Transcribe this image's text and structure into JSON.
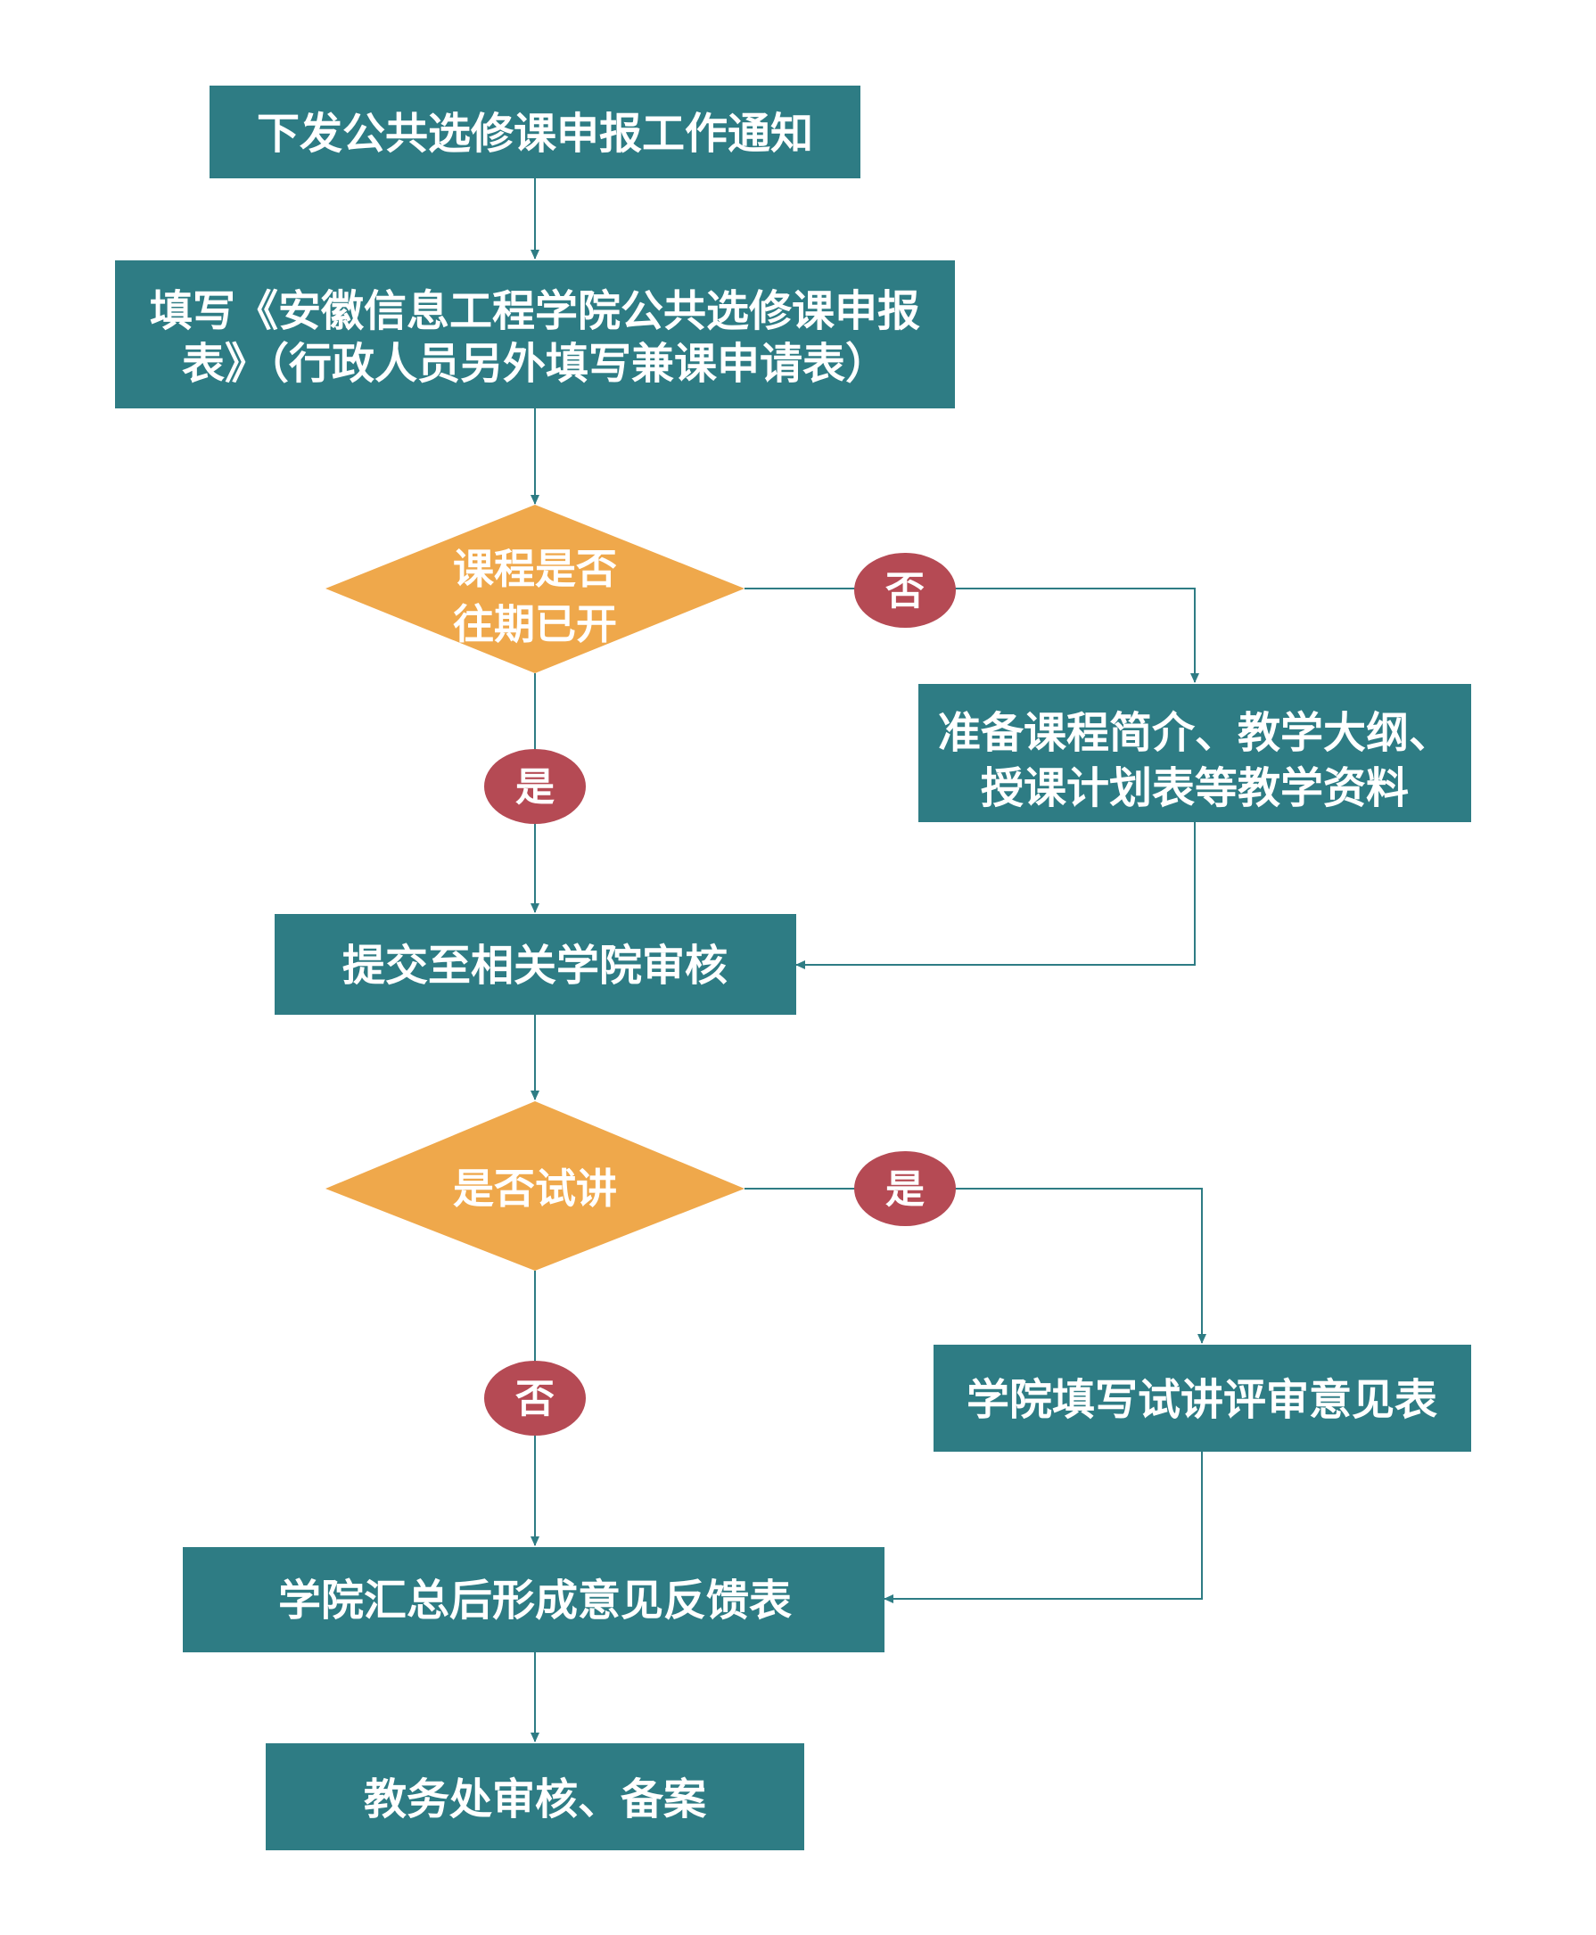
{
  "steps": {
    "notice": "下发公共选修课申报工作通知",
    "fill_form_line1": "填写《安徽信息工程学院公共选修课申报",
    "fill_form_line2": "表》（行政人员另外填写兼课申请表）",
    "prepare_materials_line1": "准备课程简介、教学大纲、",
    "prepare_materials_line2": "授课计划表等教学资料",
    "submit_review": "提交至相关学院审核",
    "trial_form": "学院填写试讲评审意见表",
    "feedback_form": "学院汇总后形成意见反馈表",
    "final_review": "教务处审核、备案"
  },
  "decisions": {
    "offered_before_line1": "课程是否",
    "offered_before_line2": "往期已开",
    "trial_lecture": "是否试讲"
  },
  "branches": {
    "yes": "是",
    "no": "否"
  },
  "colors": {
    "box": "#2e7c84",
    "diamond": "#efa84b",
    "badge": "#b54a54",
    "connector": "#2e7c84"
  }
}
